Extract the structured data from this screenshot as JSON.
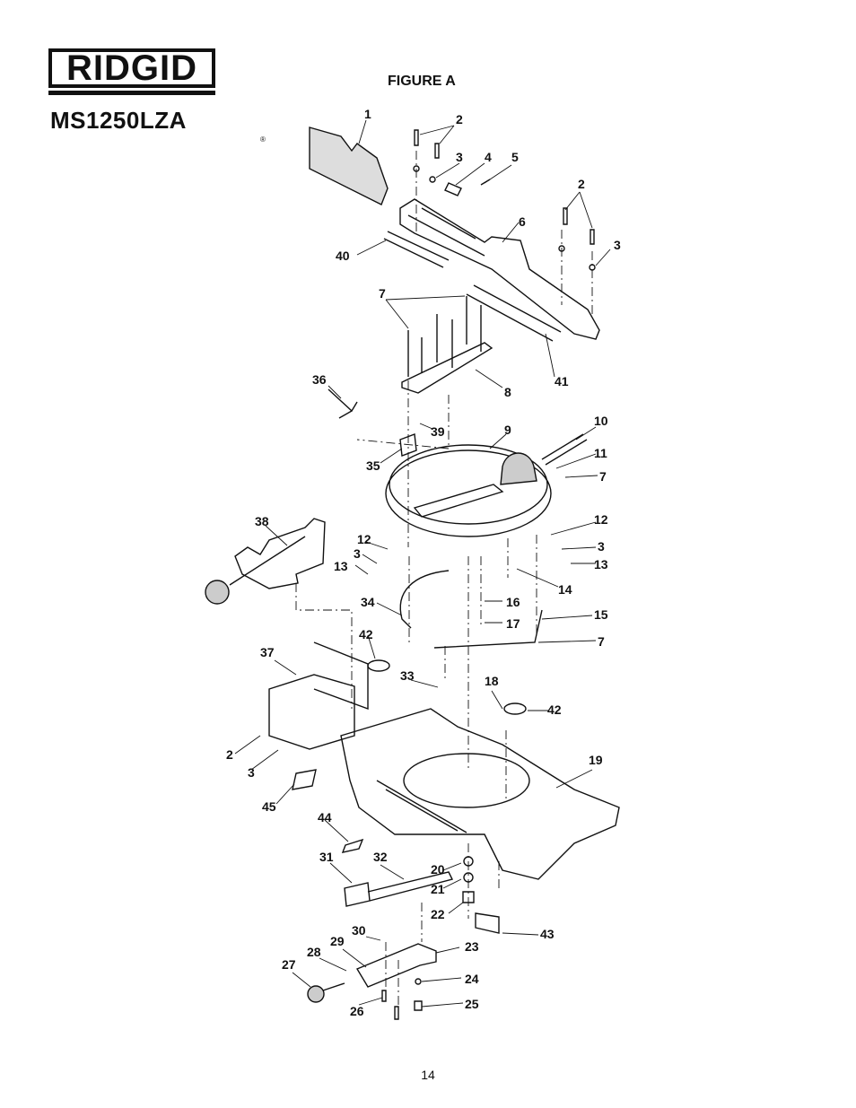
{
  "header": {
    "brand": "RIDGID",
    "registered_mark": "®",
    "model": "MS1250LZA",
    "figure_title": "FIGURE A"
  },
  "callouts": [
    "1",
    "2",
    "3",
    "4",
    "5",
    "6",
    "2",
    "3",
    "40",
    "7",
    "8",
    "41",
    "36",
    "9",
    "10",
    "11",
    "7",
    "39",
    "35",
    "38",
    "12",
    "3",
    "13",
    "12",
    "3",
    "13",
    "14",
    "34",
    "16",
    "17",
    "15",
    "7",
    "42",
    "37",
    "33",
    "18",
    "42",
    "19",
    "2",
    "3",
    "45",
    "44",
    "31",
    "32",
    "20",
    "21",
    "22",
    "43",
    "30",
    "29",
    "28",
    "23",
    "27",
    "24",
    "26",
    "25"
  ],
  "footer": {
    "page_number": "14"
  }
}
